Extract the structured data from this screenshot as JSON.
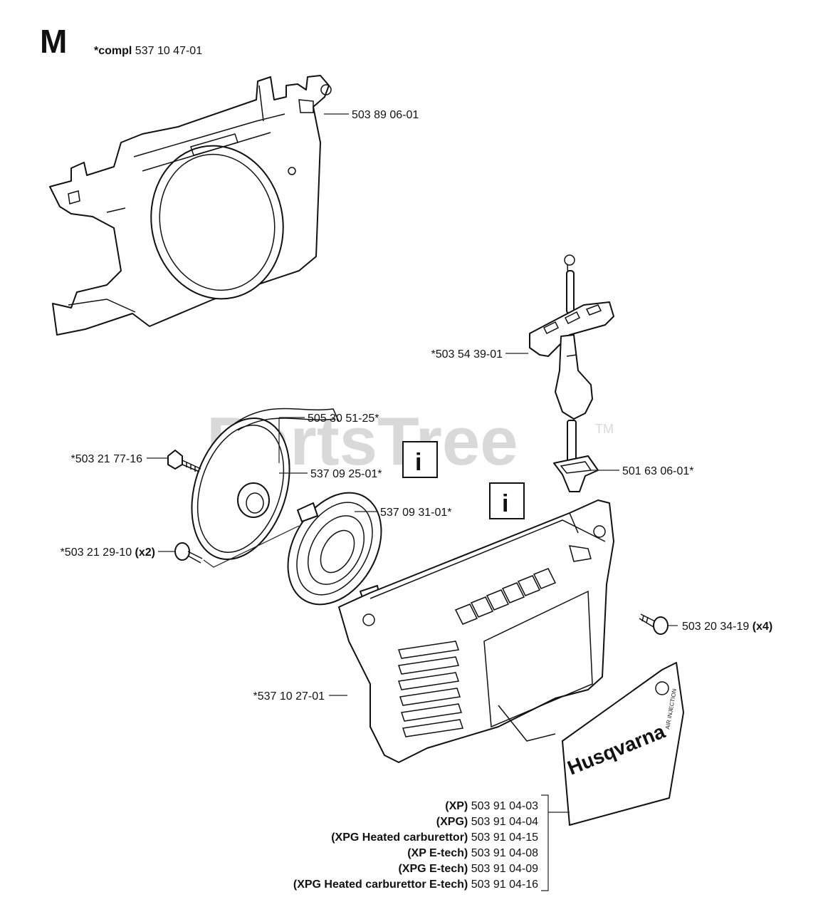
{
  "section_letter": "M",
  "compl": {
    "prefix": "*compl",
    "number": "537 10 47-01"
  },
  "watermark": {
    "text": "PartsTree",
    "tm": "TM"
  },
  "parts": {
    "p1": "503 89 06-01",
    "p2": "*503 54 39-01",
    "p3": "505 30 51-25*",
    "p4": "*503 21 77-16",
    "p5": "537 09 25-01*",
    "p6": "501 63 06-01*",
    "p7": "537 09 31-01*",
    "p8_number": "*503 21 29-10",
    "p8_qty": "(x2)",
    "p9_number": "503 20 34-19",
    "p9_qty": "(x4)",
    "p10": "*537 10 27-01"
  },
  "decal": {
    "brand": "Husqvarna",
    "note": "AIR INJECTION"
  },
  "variants": [
    {
      "model": "(XP)",
      "number": "503 91 04-03"
    },
    {
      "model": "(XPG)",
      "number": "503 91 04-04"
    },
    {
      "model": "(XPG Heated carburettor)",
      "number": "503 91 04-15"
    },
    {
      "model": "(XP E-tech)",
      "number": "503 91 04-08"
    },
    {
      "model": "(XPG E-tech)",
      "number": "503 91 04-09"
    },
    {
      "model": "(XPG Heated carburettor E-tech)",
      "number": "503 91 04-16"
    }
  ],
  "info_icon_symbol": "i"
}
